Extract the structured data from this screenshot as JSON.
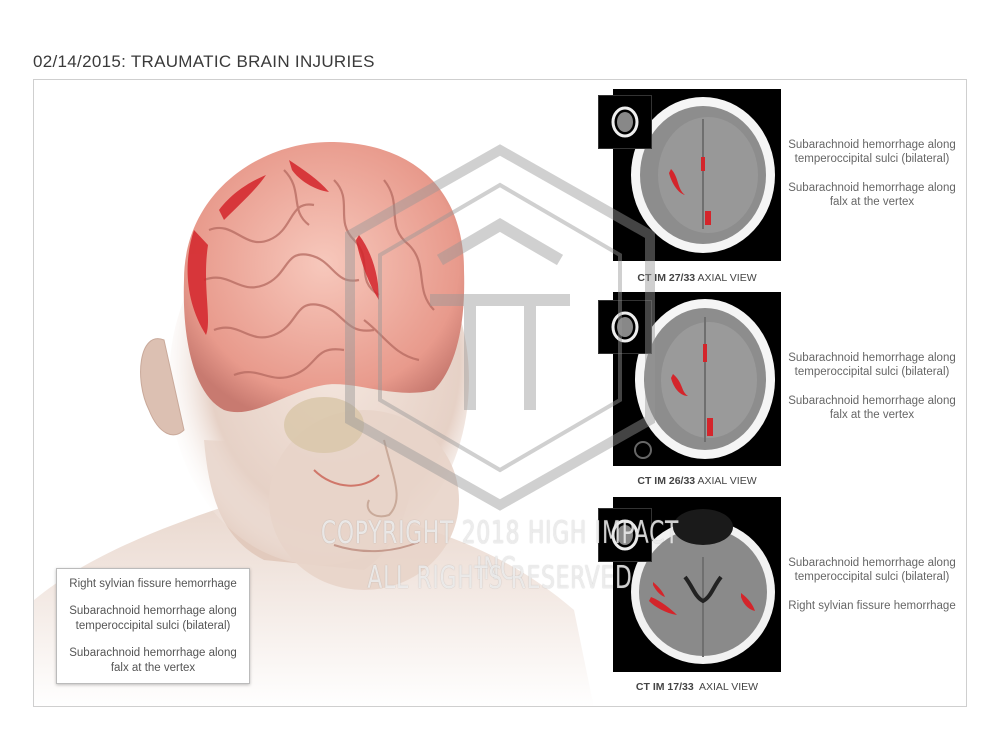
{
  "title": "02/14/2015: TRAUMATIC BRAIN INJURIES",
  "legend": {
    "items": [
      "Right sylvian fissure hemorrhage",
      "Subarachnoid hemorrhage along temperoccipital sulci (bilateral)",
      "Subarachnoid hemorrhage along falx at the vertex"
    ]
  },
  "scans": [
    {
      "caption_bold": "CT IM 27/33",
      "caption_rest": " AXIAL VIEW",
      "notes": [
        "Subarachnoid hemorrhage along temperoccipital sulci (bilateral)",
        "Subarachnoid hemorrhage along falx at the vertex"
      ]
    },
    {
      "caption_bold": "CT IM 26/33",
      "caption_rest": " AXIAL VIEW",
      "notes": [
        "Subarachnoid hemorrhage along temperoccipital sulci (bilateral)",
        "Subarachnoid hemorrhage along falx at the vertex"
      ]
    },
    {
      "caption_bold": "CT IM 17/33",
      "caption_rest": "  AXIAL VIEW",
      "notes": [
        "Subarachnoid hemorrhage along temperoccipital sulci (bilateral)",
        "Right sylvian fissure hemorrhage"
      ]
    }
  ],
  "watermark": {
    "line1": "COPYRIGHT 2018 HIGH IMPACT INC.",
    "line2": "ALL RIGHTS RESERVED"
  },
  "colors": {
    "hemorrhage": "#d4252b",
    "brain": "#f1b3a6",
    "skin": "#ead9cf"
  }
}
